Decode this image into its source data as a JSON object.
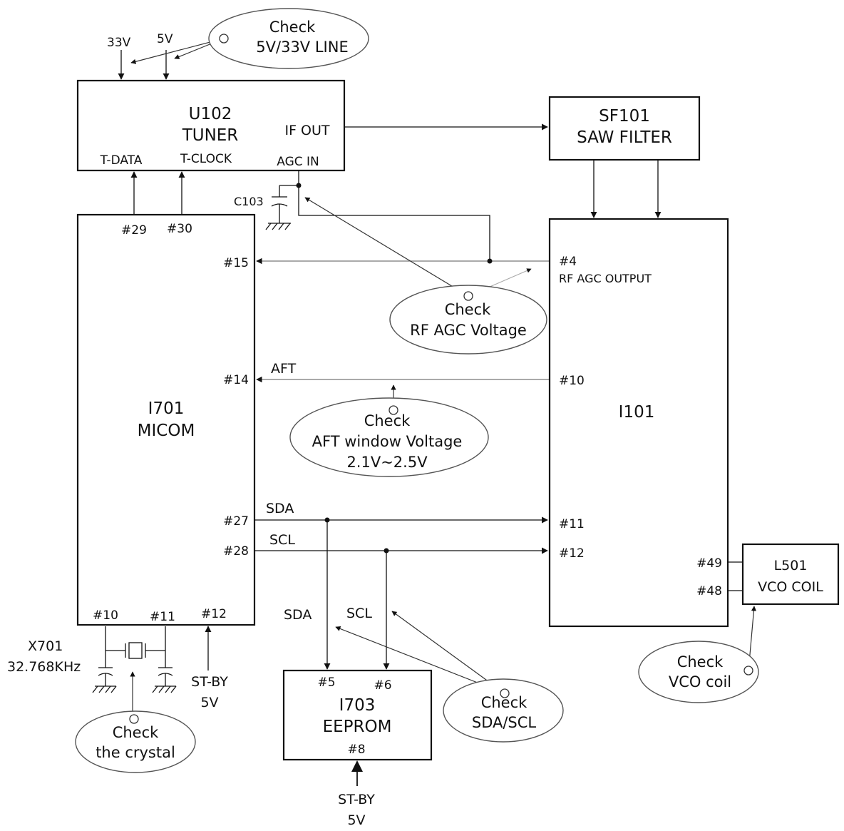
{
  "power": {
    "v33": "33V",
    "v5": "5V"
  },
  "checks": {
    "line": [
      "Check",
      "5V/33V LINE"
    ],
    "rf_agc": [
      "Check",
      "RF AGC Voltage"
    ],
    "aft": [
      "Check",
      "AFT window Voltage",
      "2.1V~2.5V"
    ],
    "crystal": [
      "Check",
      "the crystal"
    ],
    "sda_scl": [
      "Check",
      "SDA/SCL"
    ],
    "vco": [
      "Check",
      "VCO coil"
    ]
  },
  "tuner": {
    "ref": "U102",
    "name": "TUNER",
    "if_out": "IF OUT",
    "t_data": "T-DATA",
    "t_clock": "T-CLOCK",
    "agc_in": "AGC IN"
  },
  "saw": {
    "ref": "SF101",
    "name": "SAW FILTER"
  },
  "c103": "C103",
  "micom": {
    "ref": "I701",
    "name": "MICOM",
    "pins": {
      "p29": "#29",
      "p30": "#30",
      "p15": "#15",
      "p14": "#14",
      "p27": "#27",
      "p28": "#28",
      "p10": "#10",
      "p11": "#11",
      "p12": "#12"
    }
  },
  "i101": {
    "ref": "I101",
    "pins": {
      "p4": "#4",
      "p10": "#10",
      "p11": "#11",
      "p12": "#12",
      "p49": "#49",
      "p48": "#48"
    },
    "rf_agc_output": "RF AGC OUTPUT"
  },
  "signals": {
    "aft": "AFT",
    "sda": "SDA",
    "scl": "SCL"
  },
  "l501": {
    "ref": "L501",
    "name": "VCO COIL"
  },
  "crystal": {
    "ref": "X701",
    "freq": "32.768KHz"
  },
  "stby_micom": [
    "ST-BY",
    "5V"
  ],
  "eeprom": {
    "ref": "I703",
    "name": "EEPROM",
    "pins": {
      "p5": "#5",
      "p6": "#6",
      "p8": "#8"
    },
    "stby": [
      "ST-BY",
      "5V"
    ]
  }
}
